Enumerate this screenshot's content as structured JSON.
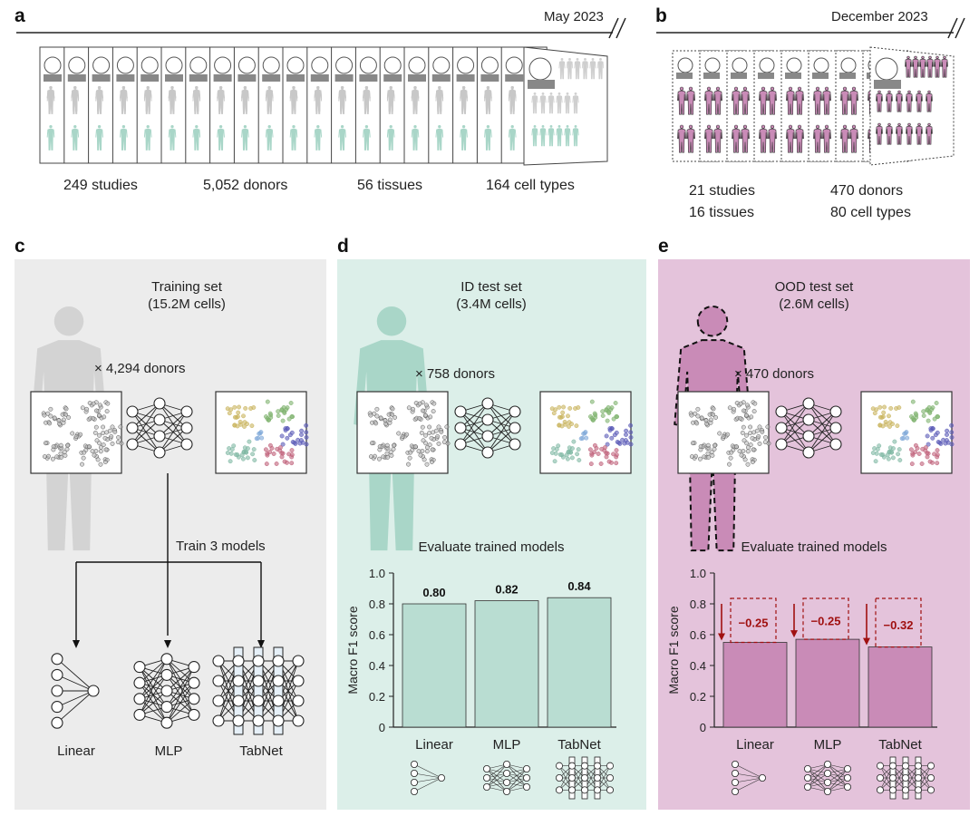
{
  "panel_a": {
    "label": "a",
    "date": "May 2023",
    "stats": [
      "249 studies",
      "5,052 donors",
      "56 tissues",
      "164 cell types"
    ]
  },
  "panel_b": {
    "label": "b",
    "date": "December 2023",
    "stats": [
      "21 studies",
      "470 donors",
      "16 tissues",
      "80 cell types"
    ]
  },
  "panel_c": {
    "label": "c",
    "title_line1": "Training set",
    "title_line2": "(15.2M cells)",
    "donors": "× 4,294 donors",
    "train_label": "Train 3 models",
    "models": [
      "Linear",
      "MLP",
      "TabNet"
    ]
  },
  "panel_d": {
    "label": "d",
    "title_line1": "ID test set",
    "title_line2": "(3.4M cells)",
    "donors": "× 758 donors",
    "eval_title": "Evaluate trained models"
  },
  "panel_e": {
    "label": "e",
    "title_line1": "OOD test set",
    "title_line2": "(2.6M cells)",
    "donors": "× 470 donors",
    "eval_title": "Evaluate trained models"
  },
  "colors": {
    "teal": "#b9ddd2",
    "teal_bg": "#dcefe9",
    "pink": "#c98bb7",
    "pink_bg": "#e4c3db",
    "grey_bg": "#ececec",
    "drop": "#a01010"
  },
  "chart_data": [
    {
      "type": "bar",
      "title": "",
      "xlabel": "",
      "ylabel": "Macro F1 score",
      "ylim": [
        0,
        1.0
      ],
      "yticks": [
        "0",
        "0.2",
        "0.4",
        "0.6",
        "0.8",
        "1.0"
      ],
      "categories": [
        "Linear",
        "MLP",
        "TabNet"
      ],
      "values": [
        0.8,
        0.82,
        0.84
      ],
      "value_labels": [
        "0.80",
        "0.82",
        "0.84"
      ]
    },
    {
      "type": "bar",
      "title": "",
      "xlabel": "",
      "ylabel": "Macro F1 score",
      "ylim": [
        0,
        1.0
      ],
      "yticks": [
        "0",
        "0.2",
        "0.4",
        "0.6",
        "0.8",
        "1.0"
      ],
      "categories": [
        "Linear",
        "MLP",
        "TabNet"
      ],
      "values": [
        0.55,
        0.57,
        0.52
      ],
      "drops": [
        "−0.25",
        "−0.25",
        "−0.32"
      ]
    }
  ]
}
